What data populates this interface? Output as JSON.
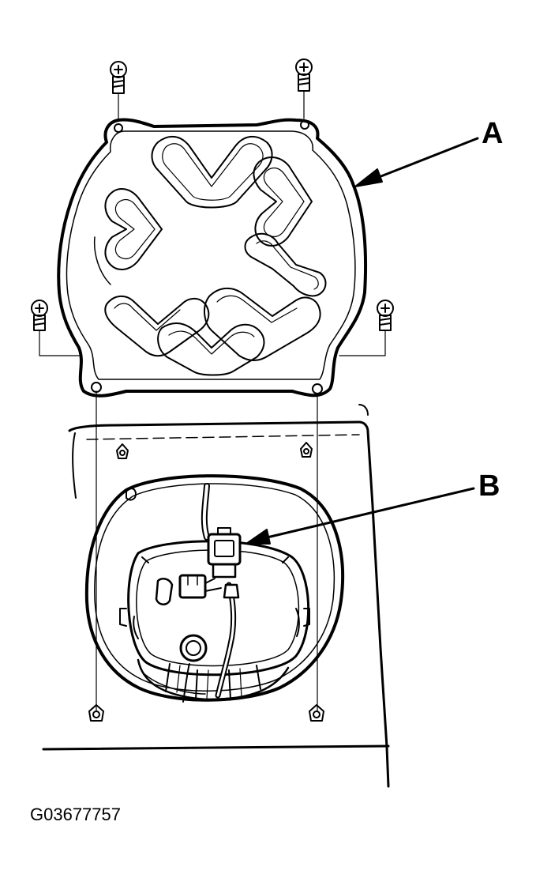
{
  "callouts": {
    "a": "A",
    "b": "B"
  },
  "figure_id": "G03677757",
  "colors": {
    "line": "#000000",
    "background": "#ffffff"
  }
}
